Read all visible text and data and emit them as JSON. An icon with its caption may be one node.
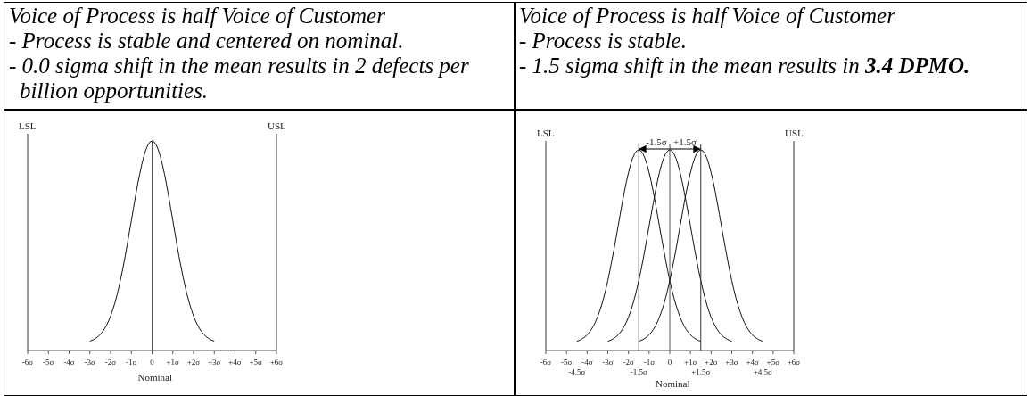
{
  "diagram": {
    "labels": [
      "Voice of Process is half Voice of Customer",
      "- Process is stable and centered on nominal.",
      "- 0.0 sigma shift in the mean results in 2 defects per billion opportunities.",
      "Voice of Process is half Voice of Customer",
      "- Process is stable.",
      "- 1.5 sigma shift in the mean results in **3.4 DPMO.**",
      "LSL",
      "USL",
      "-6σ",
      "-5σ",
      "-4σ",
      "-3σ",
      "-2σ",
      "-1σ",
      "0",
      "+1σ",
      "+2σ",
      "+3σ",
      "+4σ",
      "+5σ",
      "+6σ",
      "Nominal",
      "-1.5σ",
      "+1.5σ",
      "LSL",
      "USL",
      "-6σ",
      "-5σ",
      "-4σ",
      "-3σ",
      "-2σ",
      "-1σ",
      "0",
      "+1σ",
      "+2σ",
      "+3σ",
      "+4σ",
      "+5σ",
      "+6σ",
      "-4.5σ",
      "-1.5σ",
      "+1.5σ",
      "+4.5σ",
      "Nominal"
    ]
  }
}
